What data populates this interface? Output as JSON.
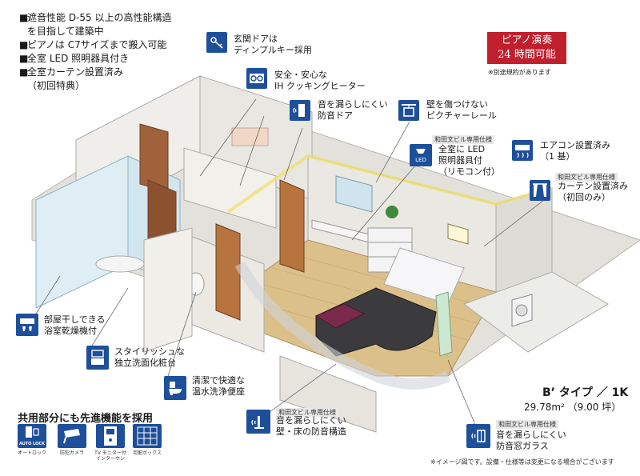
{
  "features": [
    "遮音性能 D-55 以上の高性能構造",
    "を目指して建築中",
    "ピアノは C7サイズまで搬入可能",
    "全室 LED 照明器具付き",
    "全室カーテン設置済み",
    "（初回特典）"
  ],
  "feature_bullets": [
    "■",
    "",
    "■",
    "■",
    "■",
    ""
  ],
  "badge": {
    "line1": "ピアノ演奏",
    "line2": "24 時間可能",
    "note": "※別途規約があります"
  },
  "callouts": {
    "door_key": {
      "line1": "玄関ドアは",
      "line2": "ディンプルキー採用",
      "icon": "key-icon"
    },
    "ih": {
      "line1": "安全・安心な",
      "line2": "IH クッキングヒーター",
      "icon": "ih-cooktop-icon"
    },
    "sound_door": {
      "line1": "音を漏らしにくい",
      "line2": "防音ドア",
      "icon": "soundproof-door-icon"
    },
    "picture_rail": {
      "line1": "壁を傷つけない",
      "line2": "ピクチャーレール",
      "icon": "picture-rail-icon"
    },
    "led": {
      "tag": "和田文ビル専用仕様",
      "line1": "全室に LED",
      "line2": "照明器具付",
      "line3": "（リモコン付）",
      "icon": "led-icon",
      "icon_text": "LED"
    },
    "aircon": {
      "line1": "エアコン設置済み",
      "line2": "（1 基）",
      "icon": "air-conditioner-icon"
    },
    "curtain": {
      "tag": "和田文ビル専用仕様",
      "line1": "カーテン設置済み",
      "line2": "（初回のみ）",
      "icon": "curtain-icon"
    },
    "dryer": {
      "line1": "部屋干しできる",
      "line2": "浴室乾燥機付",
      "icon": "bathroom-dryer-icon"
    },
    "vanity": {
      "line1": "スタイリッシュな",
      "line2": "独立洗面化粧台",
      "icon": "vanity-icon"
    },
    "toilet": {
      "line1": "清潔で快適な",
      "line2": "温水洗浄便座",
      "icon": "toilet-icon"
    },
    "wall_floor": {
      "tag": "和田文ビル専用仕様",
      "line1": "音を漏らしにくい",
      "line2": "壁・床の防音構造",
      "icon": "soundproof-wall-icon"
    },
    "window": {
      "tag": "和田文ビル専用仕様",
      "line1": "音を漏らしにくい",
      "line2": "防音窓ガラス",
      "icon": "soundproof-window-icon"
    }
  },
  "common": {
    "title": "共用部分にも先進機能を採用",
    "items": [
      {
        "caption": "オートロック",
        "icon_text": "AUTO LOCK",
        "icon": "auto-lock-icon"
      },
      {
        "caption": "防犯カメラ",
        "icon_text": "",
        "icon": "security-camera-icon"
      },
      {
        "caption": "TV モニター付\nインターホン",
        "icon_text": "",
        "icon": "intercom-icon"
      },
      {
        "caption": "宅配ボックス",
        "icon_text": "",
        "icon": "delivery-box-icon"
      }
    ]
  },
  "unit": {
    "type": "B’ タイプ ／ 1K",
    "area": "29.78m² （9.00 坪）"
  },
  "footnote": "※イメージ図です。設備・仕様等は変更になる場合がございます",
  "colors": {
    "accent_blue": "#1e4f9a",
    "badge_red": "#c0202e",
    "floor": "#dcc08a",
    "wall": "#e8e6df"
  }
}
